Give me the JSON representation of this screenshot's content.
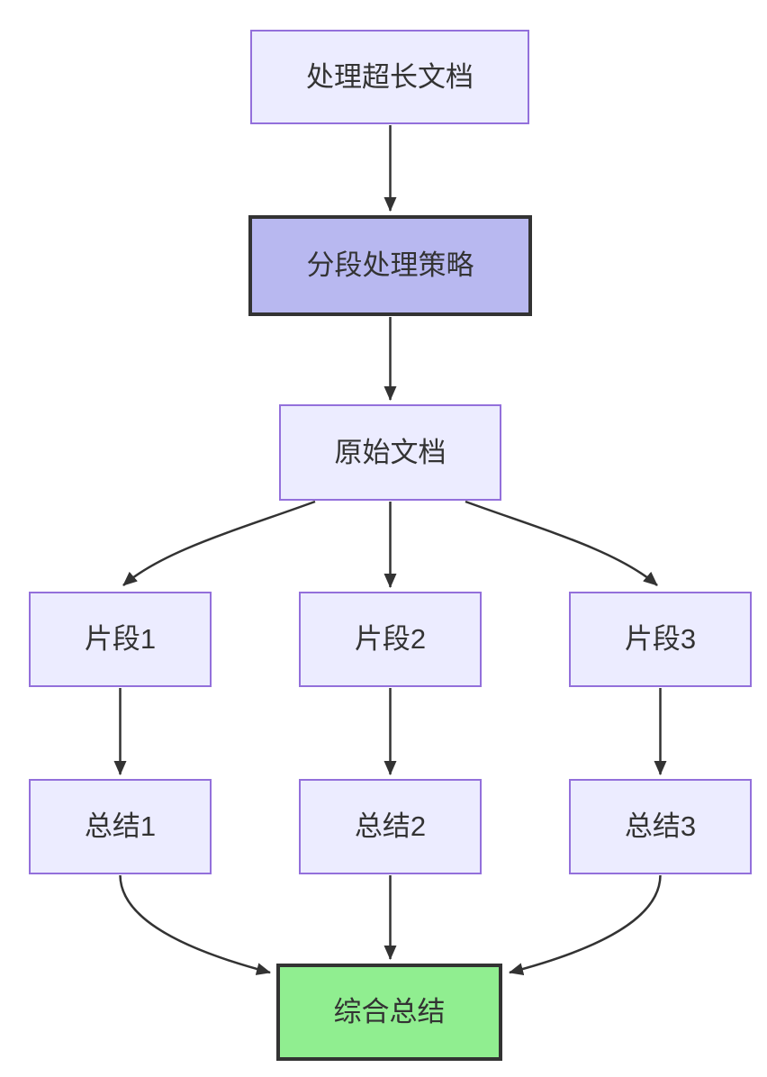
{
  "diagram": {
    "type": "flowchart",
    "direction": "top-down",
    "nodes": {
      "process": {
        "label": "处理超长文档"
      },
      "strategy": {
        "label": "分段处理策略"
      },
      "original": {
        "label": "原始文档"
      },
      "fragment1": {
        "label": "片段1"
      },
      "fragment2": {
        "label": "片段2"
      },
      "fragment3": {
        "label": "片段3"
      },
      "summary1": {
        "label": "总结1"
      },
      "summary2": {
        "label": "总结2"
      },
      "summary3": {
        "label": "总结3"
      },
      "final": {
        "label": "综合总结"
      }
    },
    "edges": [
      {
        "from": "process",
        "to": "strategy"
      },
      {
        "from": "strategy",
        "to": "original"
      },
      {
        "from": "original",
        "to": "fragment1"
      },
      {
        "from": "original",
        "to": "fragment2"
      },
      {
        "from": "original",
        "to": "fragment3"
      },
      {
        "from": "fragment1",
        "to": "summary1"
      },
      {
        "from": "fragment2",
        "to": "summary2"
      },
      {
        "from": "fragment3",
        "to": "summary3"
      },
      {
        "from": "summary1",
        "to": "final"
      },
      {
        "from": "summary2",
        "to": "final"
      },
      {
        "from": "summary3",
        "to": "final"
      }
    ],
    "colors": {
      "bg": "#ffffff",
      "node_fill": "#ECECFF",
      "node_border": "#9370DB",
      "highlight_fill": "#b8b8f0",
      "final_fill": "#90EE90",
      "strong_border": "#333333",
      "edge_color": "#333333",
      "text_color": "#333333"
    }
  }
}
